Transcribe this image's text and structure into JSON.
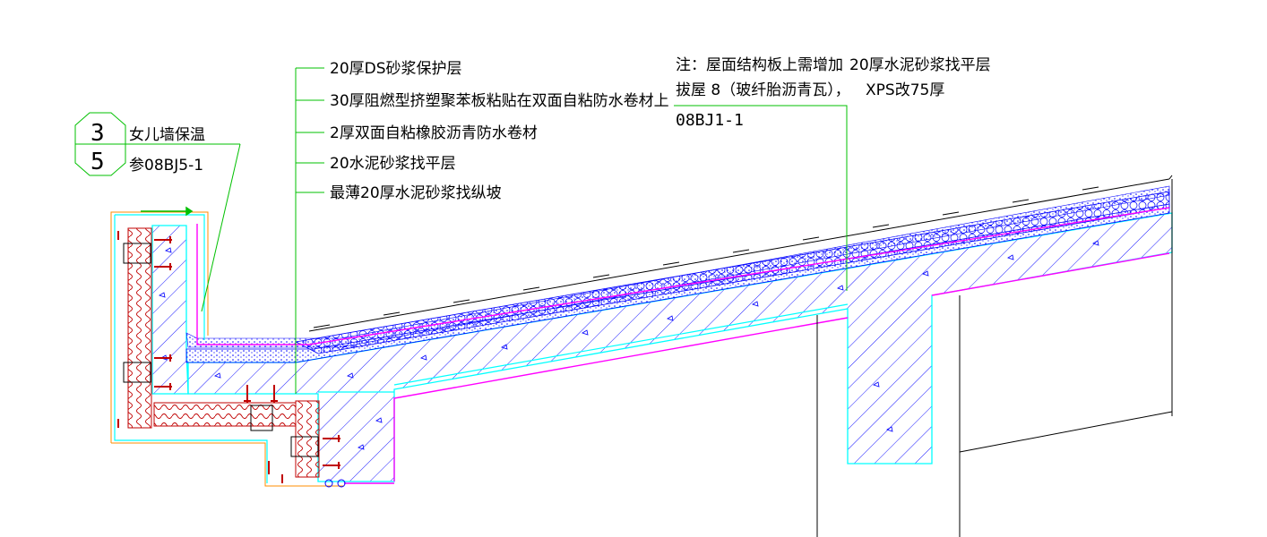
{
  "colors": {
    "leader": "#00c000",
    "structure": "#00ffff",
    "concrete_hatch": "#0000ff",
    "membrane": "#ff00ff",
    "insulation": "#c00000",
    "text": "#000000",
    "wall": "#000000"
  },
  "index_symbol": {
    "top": "3",
    "bottom": "5",
    "title": "女儿墙保温",
    "reference": "参08BJ5-1"
  },
  "layers": [
    "20厚DS砂浆保护层",
    "30厚阻燃型挤塑聚苯板粘贴在双面自粘防水卷材上",
    "2厚双面自粘橡胶沥青防水卷材",
    "20水泥砂浆找平层",
    "最薄20厚水泥砂浆找纵坡"
  ],
  "note": {
    "line1": "注：屋面结构板上需增加",
    "line2": "拔屋 8（玻纤胎沥青瓦），",
    "line3": "08BJ1-1"
  },
  "note_right": {
    "line1": "20厚水泥砂浆找平层",
    "line2": "XPS改75厚"
  }
}
